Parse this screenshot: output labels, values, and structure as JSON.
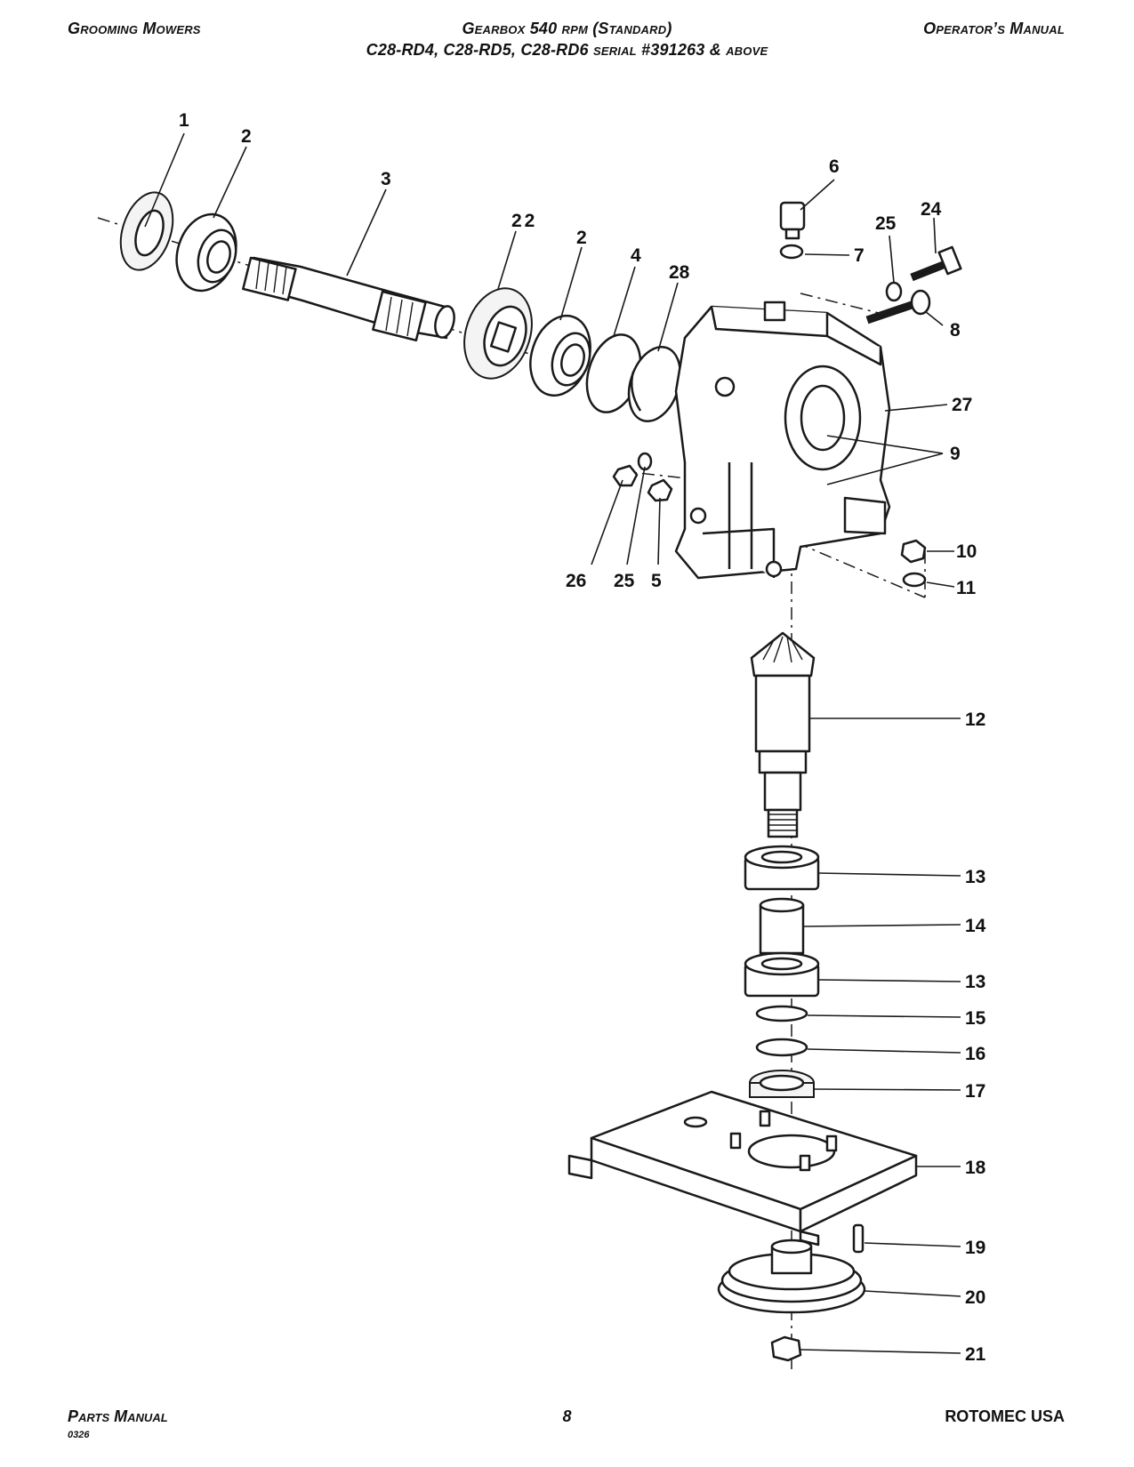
{
  "header": {
    "left": "Grooming Mowers",
    "center_line1": "Gearbox 540 rpm (Standard)",
    "center_line2": "C28-RD4, C28-RD5, C28-RD6 serial #391263 & above",
    "right": "Operator’s Manual"
  },
  "footer": {
    "left": "Parts Manual",
    "code": "0326",
    "page_number": "8",
    "right": "ROTOMEC USA"
  },
  "callouts": [
    {
      "id": "c1",
      "text": "1"
    },
    {
      "id": "c2a",
      "text": "2"
    },
    {
      "id": "c3",
      "text": "3"
    },
    {
      "id": "c22",
      "text": "22"
    },
    {
      "id": "c2b",
      "text": "2"
    },
    {
      "id": "c4",
      "text": "4"
    },
    {
      "id": "c28",
      "text": "28"
    },
    {
      "id": "c6",
      "text": "6"
    },
    {
      "id": "c7",
      "text": "7"
    },
    {
      "id": "c25a",
      "text": "25"
    },
    {
      "id": "c24",
      "text": "24"
    },
    {
      "id": "c8",
      "text": "8"
    },
    {
      "id": "c27",
      "text": "27"
    },
    {
      "id": "c9",
      "text": "9"
    },
    {
      "id": "c10",
      "text": "10"
    },
    {
      "id": "c11",
      "text": "11"
    },
    {
      "id": "c26",
      "text": "26"
    },
    {
      "id": "c25b",
      "text": "25"
    },
    {
      "id": "c5",
      "text": "5"
    },
    {
      "id": "c12",
      "text": "12"
    },
    {
      "id": "c13a",
      "text": "13"
    },
    {
      "id": "c14",
      "text": "14"
    },
    {
      "id": "c13b",
      "text": "13"
    },
    {
      "id": "c15",
      "text": "15"
    },
    {
      "id": "c16",
      "text": "16"
    },
    {
      "id": "c17",
      "text": "17"
    },
    {
      "id": "c18",
      "text": "18"
    },
    {
      "id": "c19",
      "text": "19"
    },
    {
      "id": "c20",
      "text": "20"
    },
    {
      "id": "c21",
      "text": "21"
    }
  ]
}
